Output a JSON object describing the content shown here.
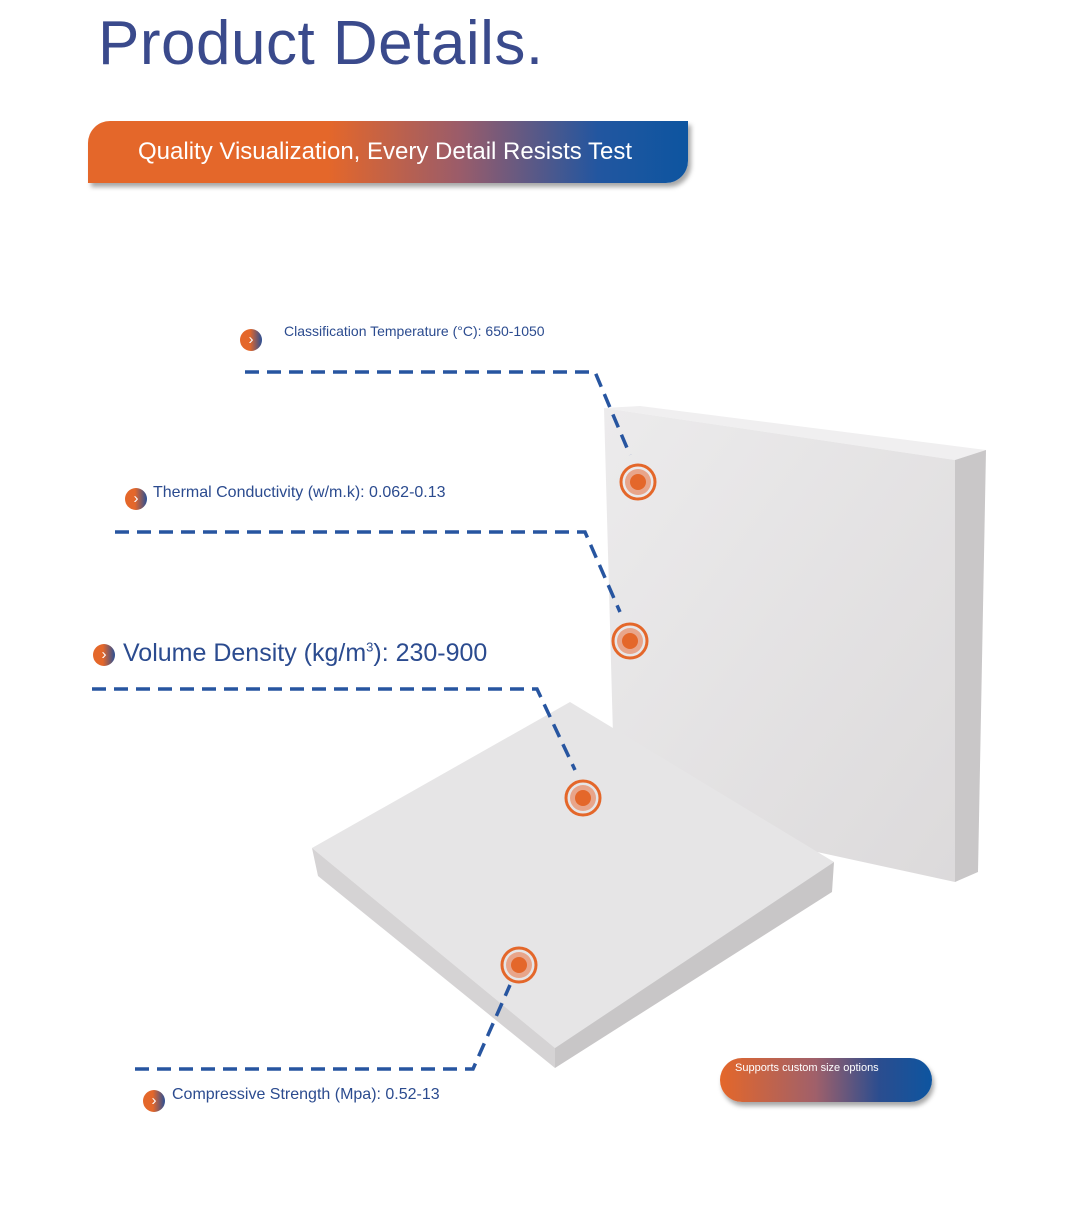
{
  "header": {
    "title": "Product Details.",
    "banner": "Quality Visualization, Every Detail Resists Test"
  },
  "specs": [
    {
      "label": "Classification Temperature (°C): 650-1050"
    },
    {
      "label": "Thermal Conductivity (w/m.k): 0.062-0.13"
    },
    {
      "label_main": "Volume Density (kg/m",
      "sup": "3",
      "label_tail": "): 230-900"
    },
    {
      "label": "Compressive Strength (Mpa): 0.52-13"
    }
  ],
  "badge": "Supports custom size options",
  "colors": {
    "accent": "#e4672a",
    "brand": "#2b4b8f"
  }
}
